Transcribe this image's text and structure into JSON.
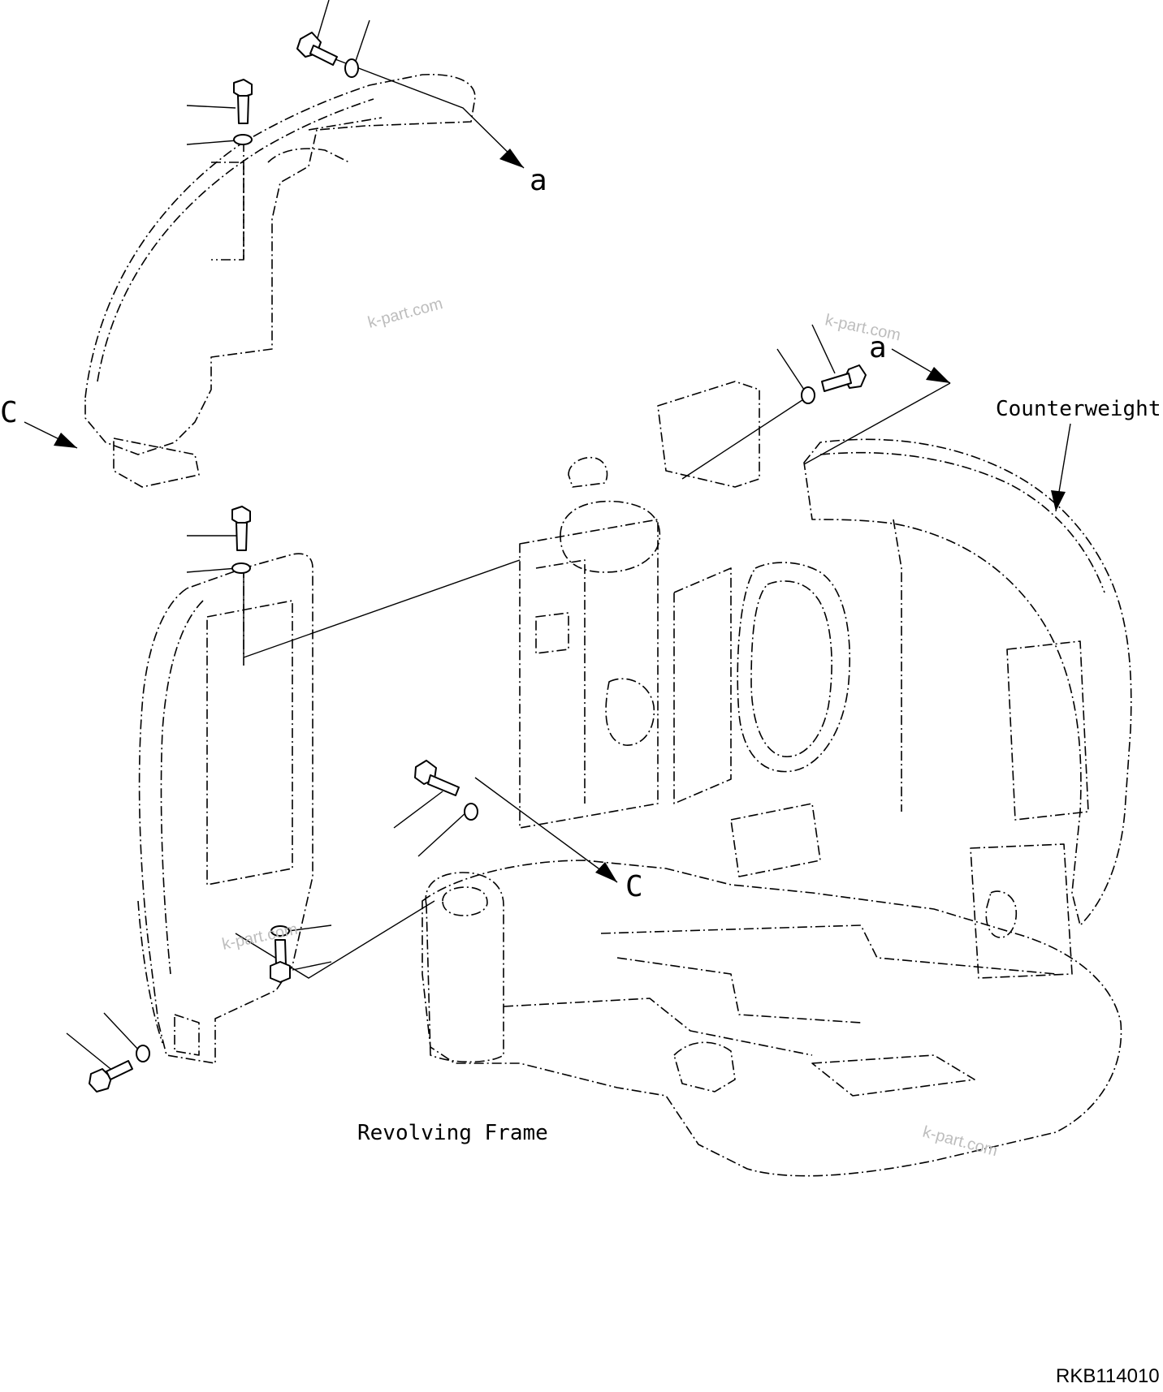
{
  "labels": {
    "counterweight": "Counterweight",
    "revolving_frame": "Revolving Frame",
    "drawing_code": "RKB114010"
  },
  "callouts": {
    "a_top": "a",
    "a_right": "a",
    "c_left": "C",
    "c_center": "C"
  },
  "watermarks": [
    "k-part.com",
    "k-part.com",
    "k-part.com",
    "k-part.com"
  ],
  "icons": {
    "bolt": "hex-bolt-icon",
    "washer": "washer-icon"
  }
}
